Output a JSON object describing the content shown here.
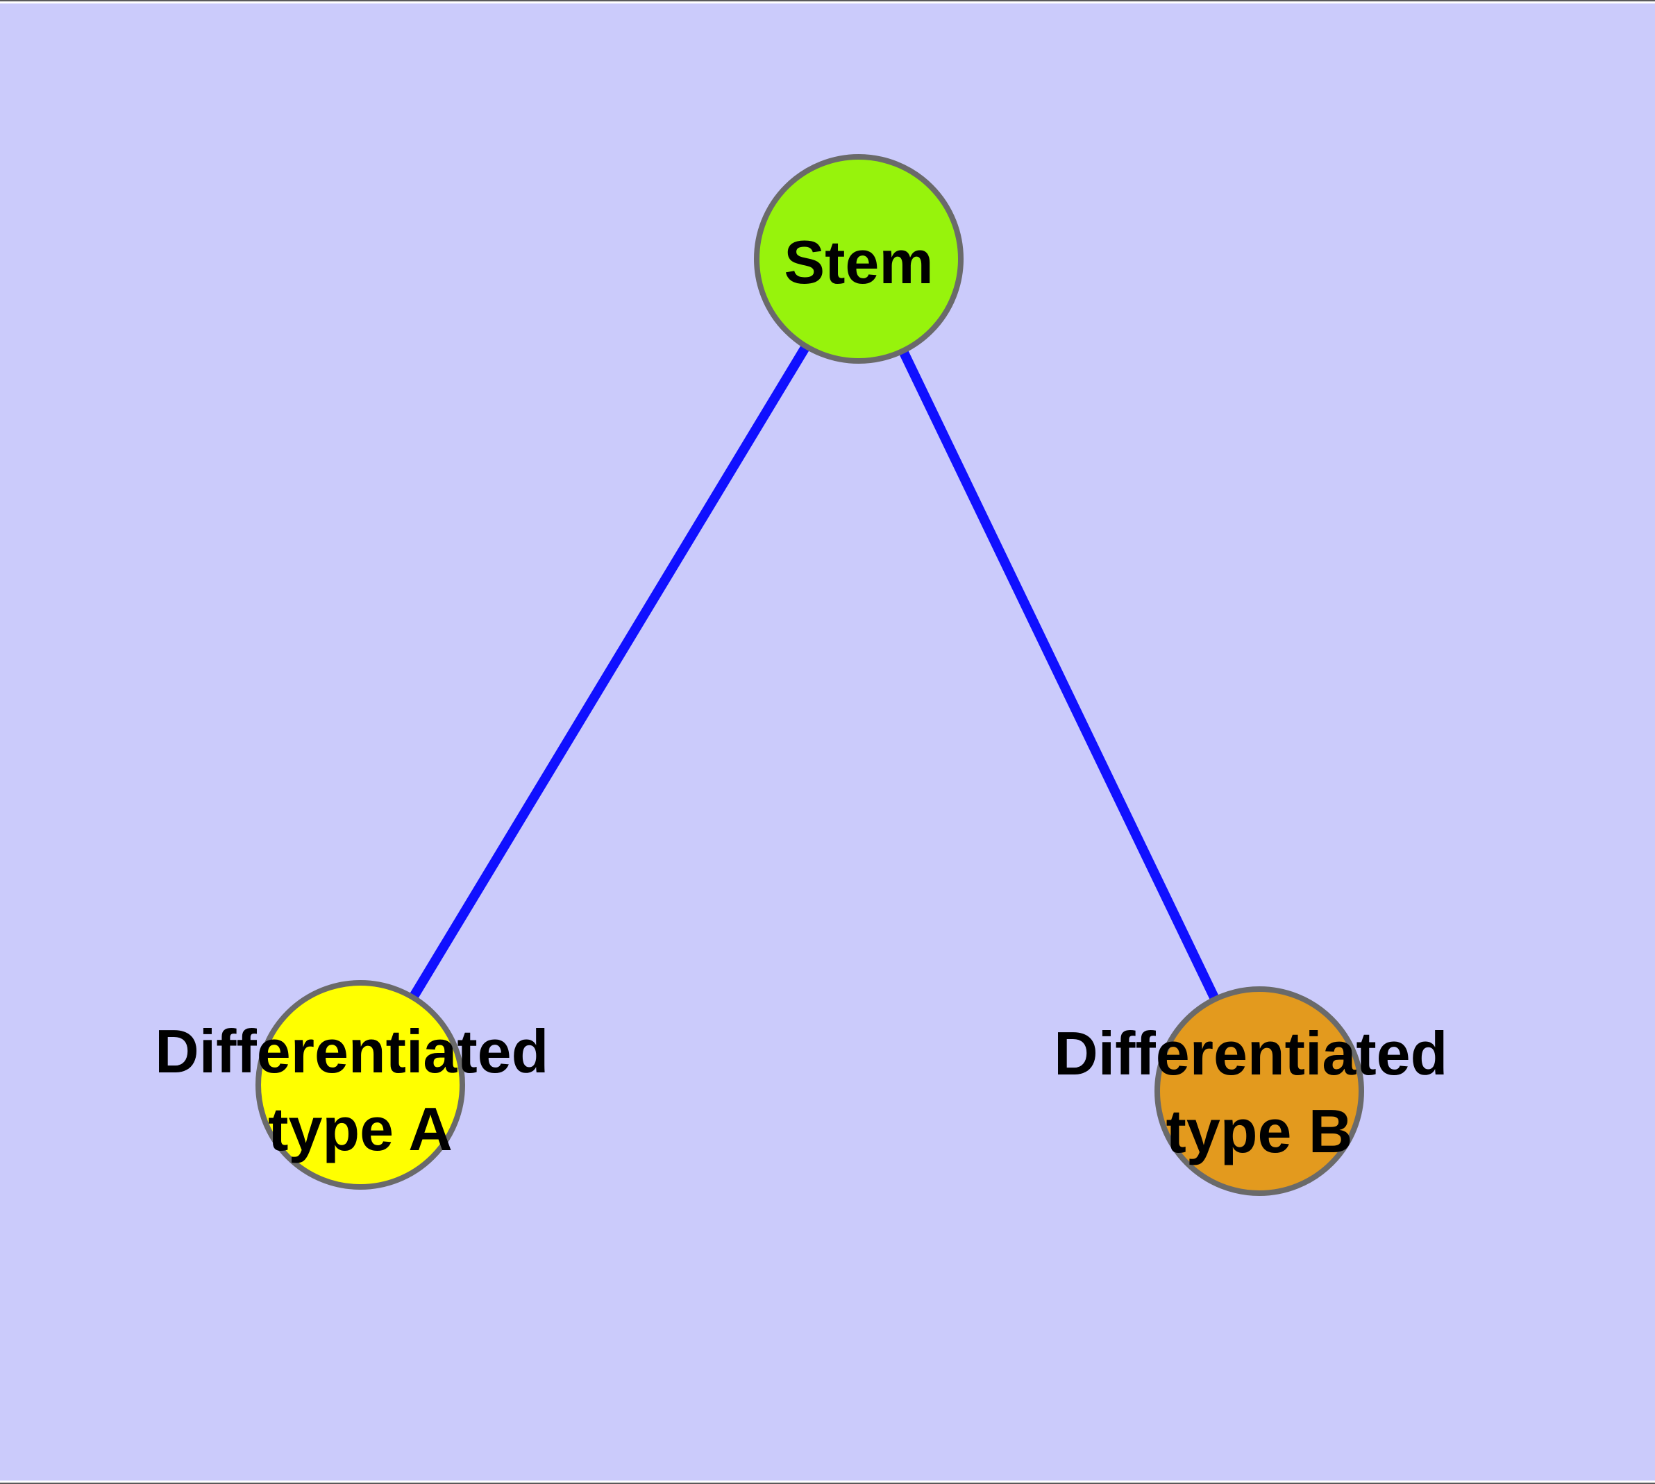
{
  "canvas": {
    "background_color": "#CBCBFB",
    "frame_border_color": "#5A5A5A",
    "frame_margin_color": "#FFFFFF"
  },
  "style": {
    "edge_color": "#1010FF",
    "node_border_color": "#6A6A6A",
    "label_color": "#000000"
  },
  "nodes": {
    "stem": {
      "label": "Stem",
      "fill": "#97F30C"
    },
    "type_a": {
      "label_line1": "Differentiated",
      "label_line2": "type A",
      "fill": "#FFFF00"
    },
    "type_b": {
      "label_line1": "Differentiated",
      "label_line2": "type B",
      "fill": "#E39A1E"
    }
  },
  "edges": [
    {
      "from": "Stem",
      "to": "Differentiated type A"
    },
    {
      "from": "Stem",
      "to": "Differentiated type B"
    }
  ]
}
